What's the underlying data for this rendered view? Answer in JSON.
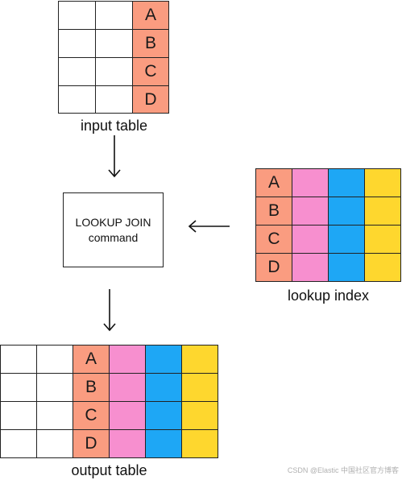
{
  "colors": {
    "key": "#fa9c80",
    "pink": "#f78fcf",
    "blue": "#1ea7f5",
    "yellow": "#fed72e",
    "blank": "#ffffff"
  },
  "input_table": {
    "label": "input table",
    "keys": [
      "A",
      "B",
      "C",
      "D"
    ]
  },
  "command": {
    "line1": "LOOKUP JOIN",
    "line2": "command"
  },
  "lookup_index": {
    "label": "lookup index",
    "keys": [
      "A",
      "B",
      "C",
      "D"
    ]
  },
  "output_table": {
    "label": "output table",
    "keys": [
      "A",
      "B",
      "C",
      "D"
    ]
  },
  "watermark": "CSDN @Elastic 中国社区官方博客"
}
